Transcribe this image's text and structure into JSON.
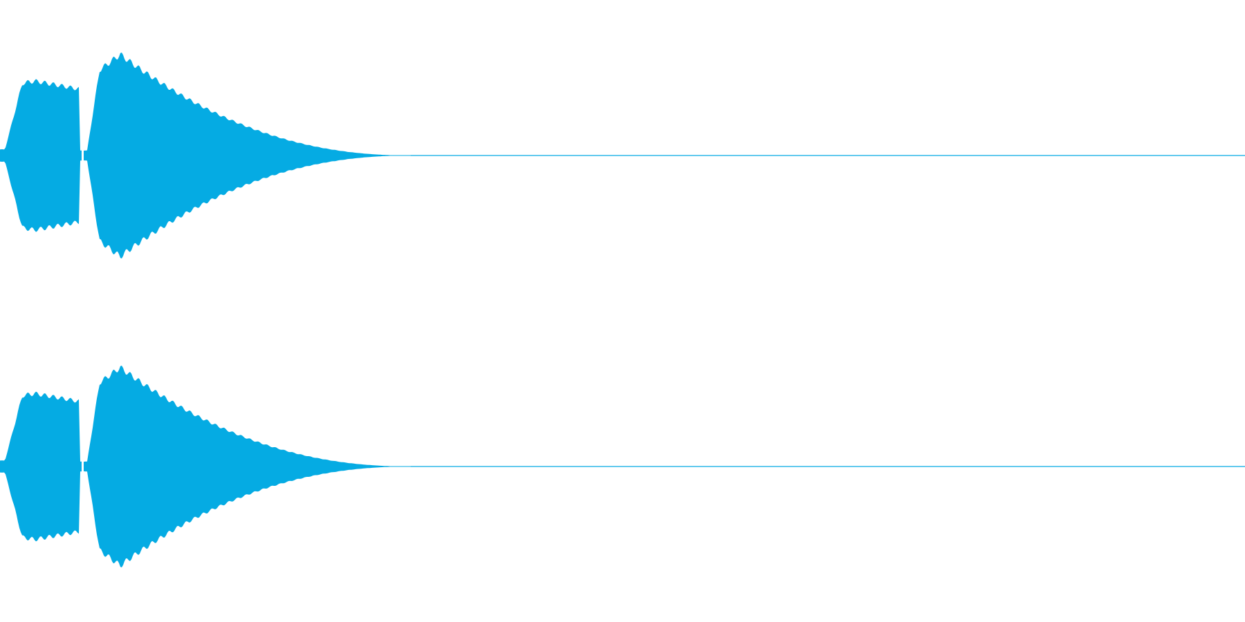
{
  "waveform": {
    "color": "#05ABE3",
    "channels": [
      {
        "name": "",
        "peak_amplitude": 1.0
      },
      {
        "name": "",
        "peak_amplitude": 0.98
      }
    ],
    "envelope": {
      "first_note": {
        "attack_end_fraction": 0.018,
        "sustain_level": 0.72,
        "release_fraction": 0.066
      },
      "gap_fraction": 0.07,
      "second_note": {
        "peak_fraction": 0.096,
        "peak_level": 1.0,
        "decay_to_zero_fraction": 0.33
      }
    }
  }
}
